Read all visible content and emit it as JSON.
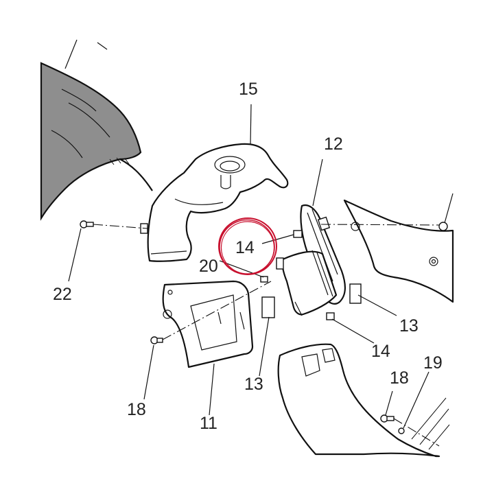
{
  "diagram": {
    "labels": {
      "p11": "11",
      "p12": "12",
      "p13a": "13",
      "p13b": "13",
      "p14a": "14",
      "p14b": "14",
      "p15": "15",
      "p18a": "18",
      "p18b": "18",
      "p19": "19",
      "p20": "20",
      "p22": "22"
    },
    "highlight": {
      "ring_color": "#c8102e",
      "target_label": "14"
    },
    "colors": {
      "line": "#111111",
      "shade": "#8e8e8e",
      "text": "#222222"
    }
  }
}
